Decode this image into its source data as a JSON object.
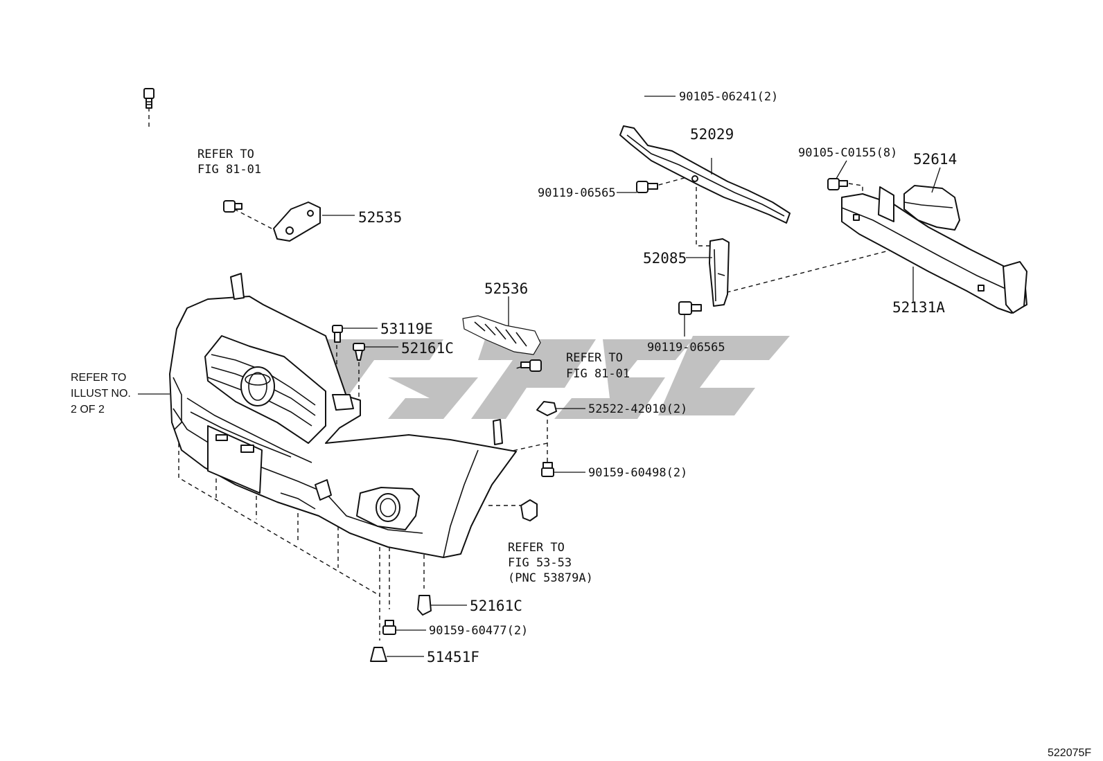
{
  "figure_code": "522075F",
  "callouts": {
    "bolt_top": "90105-06241(2)",
    "reinf_upper": "52029",
    "bolt_c0155": "90105-C0155(8)",
    "absorber": "52614",
    "bolt_06565_left": "90119-06565",
    "retainer_52085": "52085",
    "reinf_52131a": "52131A",
    "bolt_06565_lower": "90119-06565",
    "support_52535": "52535",
    "support_52536": "52536",
    "clip_53119e": "53119E",
    "clip_52161c_top": "52161C",
    "clip_52522": "52522-42010(2)",
    "screw_60498": "90159-60498(2)",
    "clip_52161c_bottom": "52161C",
    "screw_60477": "90159-60477(2)",
    "clip_51451f": "51451F"
  },
  "refs": {
    "fig81_top_l1": "REFER TO",
    "fig81_top_l2": "FIG 81-01",
    "fig81_mid_l1": "REFER TO",
    "fig81_mid_l2": "FIG 81-01",
    "illust_l1": "REFER TO",
    "illust_l2": "ILLUST NO.",
    "illust_l3": "2 OF 2",
    "fig53_l1": "REFER TO",
    "fig53_l2": "FIG 53-53",
    "fig53_l3": "(PNC 53879A)"
  },
  "colors": {
    "line": "#111111",
    "watermark": "#a9a9a9"
  }
}
